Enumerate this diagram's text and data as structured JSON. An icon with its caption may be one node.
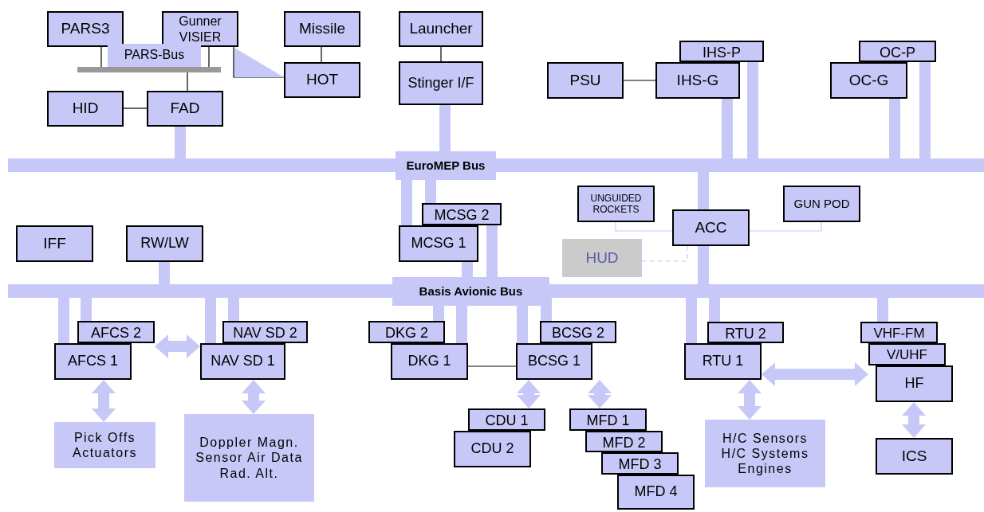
{
  "diagram": {
    "nodes": [
      {
        "text": [
          "PARS3"
        ]
      },
      {
        "text": [
          "Gunner VISIER"
        ]
      },
      {
        "text": [
          "Missile"
        ]
      },
      {
        "text": [
          "Launcher"
        ]
      },
      {
        "text": [
          "PARS-Bus"
        ]
      },
      {
        "text": [
          "HOT"
        ]
      },
      {
        "text": [
          "Stinger I/F"
        ]
      },
      {
        "text": [
          "HID"
        ]
      },
      {
        "text": [
          "FAD"
        ]
      },
      {
        "text": [
          "IHS-P"
        ]
      },
      {
        "text": [
          "PSU"
        ]
      },
      {
        "text": [
          "IHS-G"
        ]
      },
      {
        "text": [
          "OC-P"
        ]
      },
      {
        "text": [
          "OC-G"
        ]
      },
      {
        "text": [
          "EuroMEP Bus"
        ]
      },
      {
        "text": [
          "UNGUIDED ROCKETS"
        ]
      },
      {
        "text": [
          "GUN POD"
        ]
      },
      {
        "text": [
          "MCSG 2"
        ]
      },
      {
        "text": [
          "ACC"
        ]
      },
      {
        "text": [
          "IFF"
        ]
      },
      {
        "text": [
          "RW/LW"
        ]
      },
      {
        "text": [
          "MCSG 1"
        ]
      },
      {
        "text": [
          "HUD"
        ]
      },
      {
        "text": [
          "Basis Avionic Bus"
        ]
      },
      {
        "text": [
          "AFCS 2"
        ]
      },
      {
        "text": [
          "NAV SD 2"
        ]
      },
      {
        "text": [
          "DKG 2"
        ]
      },
      {
        "text": [
          "BCSG 2"
        ]
      },
      {
        "text": [
          "RTU 2"
        ]
      },
      {
        "text": [
          "VHF-FM"
        ]
      },
      {
        "text": [
          "AFCS 1"
        ]
      },
      {
        "text": [
          "NAV SD 1"
        ]
      },
      {
        "text": [
          "DKG 1"
        ]
      },
      {
        "text": [
          "BCSG 1"
        ]
      },
      {
        "text": [
          "RTU 1"
        ]
      },
      {
        "text": [
          "V/UHF"
        ]
      },
      {
        "text": [
          "HF"
        ]
      },
      {
        "text": [
          "Pick Offs Actuators"
        ]
      },
      {
        "text": [
          "Doppler Magn. Sensor Air Data Rad. Alt."
        ]
      },
      {
        "text": [
          "CDU 1"
        ]
      },
      {
        "text": [
          "CDU 2"
        ]
      },
      {
        "text": [
          "MFD 1"
        ]
      },
      {
        "text": [
          "MFD 2"
        ]
      },
      {
        "text": [
          "MFD 3"
        ]
      },
      {
        "text": [
          "MFD 4"
        ]
      },
      {
        "text": [
          "H/C Sensors H/C Systems Engines"
        ]
      },
      {
        "text": [
          "ICS"
        ]
      }
    ],
    "edges": [
      {
        "from": 0,
        "to": 4,
        "arrow": "none",
        "color": "#000000"
      },
      {
        "from": 1,
        "to": 4,
        "arrow": "none",
        "color": "#000000"
      },
      {
        "from": 4,
        "to": 8,
        "arrow": "none",
        "color": "#000000"
      },
      {
        "from": 1,
        "to": 5,
        "arrow": "to",
        "color": "#000000"
      },
      {
        "from": 2,
        "to": 5,
        "arrow": "none",
        "color": "#000000"
      },
      {
        "from": 3,
        "to": 6,
        "arrow": "none",
        "color": "#000000"
      },
      {
        "from": 7,
        "to": 8,
        "arrow": "none",
        "color": "#000000"
      },
      {
        "from": 8,
        "to": 14,
        "arrow": "none"
      },
      {
        "from": 6,
        "to": 14,
        "arrow": "none"
      },
      {
        "from": 10,
        "to": 11,
        "arrow": "none",
        "color": "#000000"
      },
      {
        "from": 11,
        "to": 14,
        "arrow": "none"
      },
      {
        "from": 9,
        "to": 14,
        "arrow": "none"
      },
      {
        "from": 13,
        "to": 14,
        "arrow": "none"
      },
      {
        "from": 12,
        "to": 14,
        "arrow": "none"
      },
      {
        "from": 14,
        "to": 21,
        "arrow": "none"
      },
      {
        "from": 14,
        "to": 17,
        "arrow": "none"
      },
      {
        "from": 14,
        "to": 18,
        "arrow": "none"
      },
      {
        "from": 15,
        "to": 18,
        "arrow": "none"
      },
      {
        "from": 18,
        "to": 16,
        "arrow": "none"
      },
      {
        "from": 22,
        "to": 18,
        "arrow": "none",
        "style": "dashed"
      },
      {
        "from": 18,
        "to": 23,
        "arrow": "none"
      },
      {
        "from": 20,
        "to": 23,
        "arrow": "none"
      },
      {
        "from": 21,
        "to": 23,
        "arrow": "none"
      },
      {
        "from": 17,
        "to": 23,
        "arrow": "none"
      },
      {
        "from": 23,
        "to": 30,
        "arrow": "none"
      },
      {
        "from": 23,
        "to": 24,
        "arrow": "none"
      },
      {
        "from": 23,
        "to": 31,
        "arrow": "none"
      },
      {
        "from": 23,
        "to": 25,
        "arrow": "none"
      },
      {
        "from": 23,
        "to": 26,
        "arrow": "none"
      },
      {
        "from": 23,
        "to": 32,
        "arrow": "none"
      },
      {
        "from": 23,
        "to": 33,
        "arrow": "none"
      },
      {
        "from": 23,
        "to": 27,
        "arrow": "none"
      },
      {
        "from": 23,
        "to": 34,
        "arrow": "none"
      },
      {
        "from": 23,
        "to": 28,
        "arrow": "none"
      },
      {
        "from": 23,
        "to": 29,
        "arrow": "none"
      },
      {
        "from": 24,
        "to": 31,
        "arrow": "both"
      },
      {
        "from": 30,
        "to": 37,
        "arrow": "both"
      },
      {
        "from": 31,
        "to": 38,
        "arrow": "both"
      },
      {
        "from": 32,
        "to": 33,
        "arrow": "none",
        "color": "#000000"
      },
      {
        "from": 33,
        "to": 39,
        "arrow": "both"
      },
      {
        "from": 33,
        "to": 41,
        "arrow": "both"
      },
      {
        "from": 34,
        "to": 45,
        "arrow": "both"
      },
      {
        "from": 34,
        "to": 35,
        "arrow": "both"
      },
      {
        "from": 36,
        "to": 46,
        "arrow": "both"
      }
    ]
  }
}
